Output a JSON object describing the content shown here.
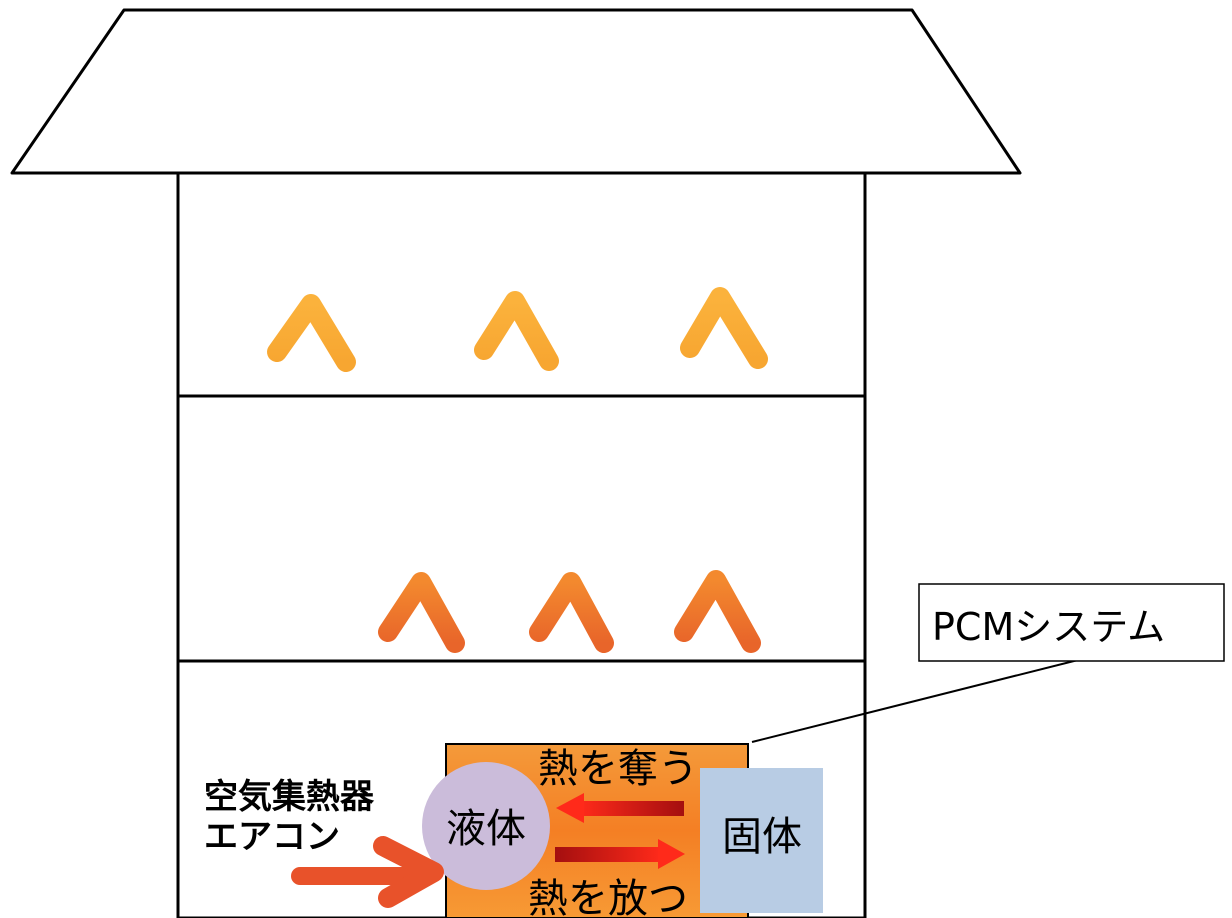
{
  "labels": {
    "pcm_system": "PCMシステム",
    "heat_absorb": "熱を奪う",
    "heat_release": "熱を放つ",
    "liquid": "液体",
    "solid": "固体",
    "air_collector_line1": "空気集熱器",
    "air_collector_line2": "エアコン"
  },
  "colors": {
    "upper_arrows": "#f9a830",
    "lower_arrows": "#f07c2a",
    "inflow_arrow": "#e8522a",
    "exchange_arrows": "#dd1a1a",
    "pcm_box": "#f7922c",
    "liquid_circle": "#cbbcda",
    "solid_box": "#b8cce4",
    "outline": "#000000"
  }
}
